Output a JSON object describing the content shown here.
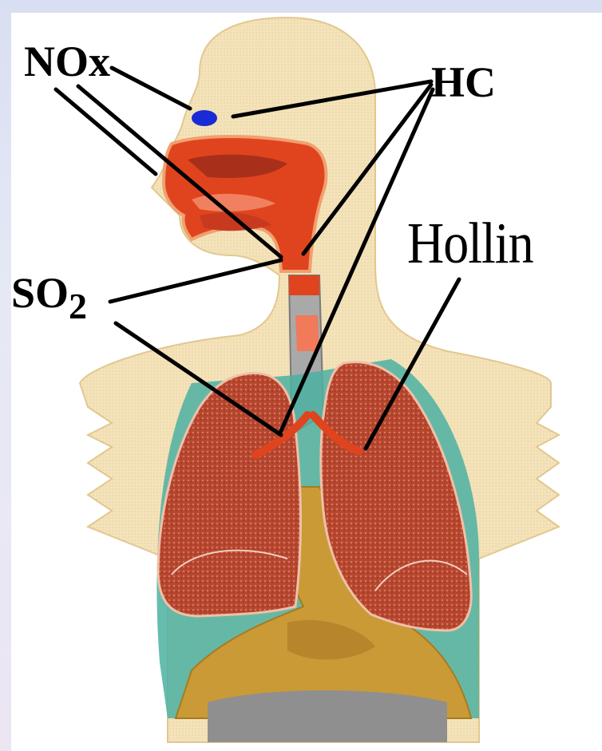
{
  "labels": {
    "nox": "NOx",
    "hc": "HC",
    "hollin": "Hollin",
    "so2_main": "SO",
    "so2_sub": "2"
  },
  "icons": [
    "head-silhouette",
    "lungs",
    "trachea",
    "nasal-cavity",
    "diaphragm",
    "organs"
  ],
  "colors": {
    "skin": "#f5e6c0",
    "airway": "#d9361e",
    "lung": "#b5452e",
    "lung_highlight": "#e08a78",
    "pleura": "#49b0a0",
    "organs": "#c89a3a",
    "trachea": "#9a9a9a",
    "marker": "#1a2ad6"
  }
}
